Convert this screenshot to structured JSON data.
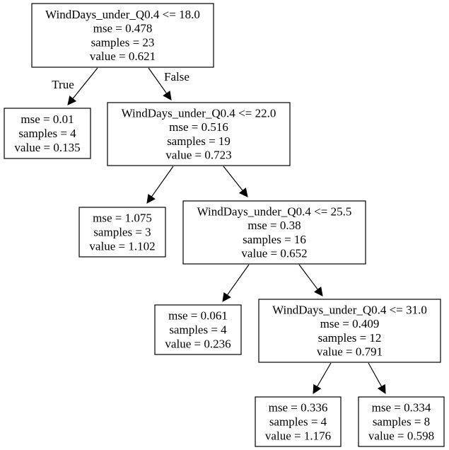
{
  "tree": {
    "nodes": [
      {
        "id": "n0",
        "lines": [
          "WindDays_under_Q0.4 <= 18.0",
          "mse = 0.478",
          "samples = 23",
          "value = 0.621"
        ]
      },
      {
        "id": "n1",
        "lines": [
          "mse = 0.01",
          "samples = 4",
          "value = 0.135"
        ]
      },
      {
        "id": "n2",
        "lines": [
          "WindDays_under_Q0.4 <= 22.0",
          "mse = 0.516",
          "samples = 19",
          "value = 0.723"
        ]
      },
      {
        "id": "n3",
        "lines": [
          "mse = 1.075",
          "samples = 3",
          "value = 1.102"
        ]
      },
      {
        "id": "n4",
        "lines": [
          "WindDays_under_Q0.4 <= 25.5",
          "mse = 0.38",
          "samples = 16",
          "value = 0.652"
        ]
      },
      {
        "id": "n5",
        "lines": [
          "mse = 0.061",
          "samples = 4",
          "value = 0.236"
        ]
      },
      {
        "id": "n6",
        "lines": [
          "WindDays_under_Q0.4 <= 31.0",
          "mse = 0.409",
          "samples = 12",
          "value = 0.791"
        ]
      },
      {
        "id": "n7",
        "lines": [
          "mse = 0.336",
          "samples = 4",
          "value = 1.176"
        ]
      },
      {
        "id": "n8",
        "lines": [
          "mse = 0.334",
          "samples = 8",
          "value = 0.598"
        ]
      }
    ],
    "edges": [
      {
        "from": "n0",
        "to": "n1",
        "label": "True"
      },
      {
        "from": "n0",
        "to": "n2",
        "label": "False"
      },
      {
        "from": "n2",
        "to": "n3",
        "label": ""
      },
      {
        "from": "n2",
        "to": "n4",
        "label": ""
      },
      {
        "from": "n4",
        "to": "n5",
        "label": ""
      },
      {
        "from": "n4",
        "to": "n6",
        "label": ""
      },
      {
        "from": "n6",
        "to": "n7",
        "label": ""
      },
      {
        "from": "n6",
        "to": "n8",
        "label": ""
      }
    ]
  }
}
